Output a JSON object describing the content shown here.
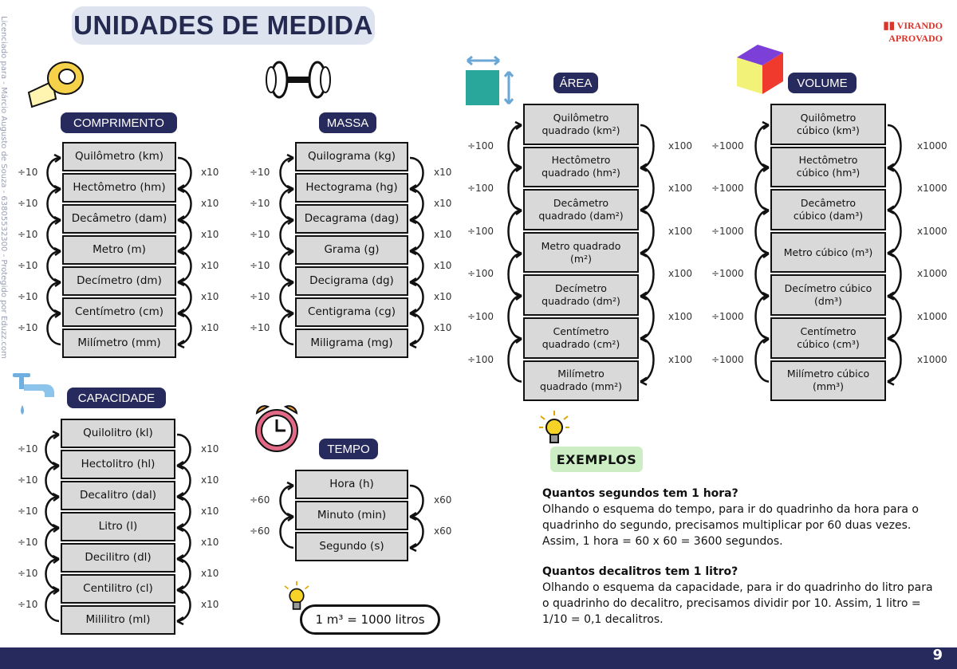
{
  "title": "UNIDADES DE MEDIDA",
  "brand": {
    "line1": "VIRANDO",
    "line2": "APROVADO"
  },
  "side_note": "Licenciado para - Márcio Augusto de Souza - 63805532300 - Protegido por Eduzz.com",
  "page_number": "9",
  "sections": {
    "comprimento": {
      "label": "COMPRIMENTO",
      "units": [
        "Quilômetro (km)",
        "Hectômetro (hm)",
        "Decâmetro (dam)",
        "Metro (m)",
        "Decímetro (dm)",
        "Centímetro (cm)",
        "Milímetro (mm)"
      ],
      "div": "÷10",
      "mul": "x10"
    },
    "massa": {
      "label": "MASSA",
      "units": [
        "Quilograma (kg)",
        "Hectograma (hg)",
        "Decagrama (dag)",
        "Grama (g)",
        "Decigrama (dg)",
        "Centigrama (cg)",
        "Miligrama (mg)"
      ],
      "div": "÷10",
      "mul": "x10"
    },
    "area": {
      "label": "ÁREA",
      "units": [
        "Quilômetro quadrado (km²)",
        "Hectômetro quadrado (hm²)",
        "Decâmetro quadrado (dam²)",
        "Metro quadrado (m²)",
        "Decímetro quadrado (dm²)",
        "Centímetro quadrado (cm²)",
        "Milímetro quadrado (mm²)"
      ],
      "div": "÷100",
      "mul": "x100"
    },
    "volume": {
      "label": "VOLUME",
      "units": [
        "Quilômetro cúbico (km³)",
        "Hectômetro cúbico (hm³)",
        "Decâmetro cúbico (dam³)",
        "Metro cúbico (m³)",
        "Decímetro cúbico (dm³)",
        "Centímetro cúbico (cm³)",
        "Milímetro cúbico (mm³)"
      ],
      "div": "÷1000",
      "mul": "x1000"
    },
    "capacidade": {
      "label": "CAPACIDADE",
      "units": [
        "Quilolitro (kl)",
        "Hectolitro (hl)",
        "Decalitro (dal)",
        "Litro (l)",
        "Decilitro (dl)",
        "Centilitro (cl)",
        "Mililitro (ml)"
      ],
      "div": "÷10",
      "mul": "x10"
    },
    "tempo": {
      "label": "TEMPO",
      "units": [
        "Hora (h)",
        "Minuto (min)",
        "Segundo (s)"
      ],
      "div": "÷60",
      "mul": "x60"
    }
  },
  "tip": "1 m³ = 1000 litros",
  "examples": {
    "label": "EXEMPLOS",
    "q1": "Quantos segundos tem 1 hora?",
    "a1": "Olhando o esquema do tempo, para ir do quadrinho da hora para o quadrinho do segundo, precisamos multiplicar por 60 duas vezes. Assim, 1 hora = 60 x 60 = 3600 segundos.",
    "q2": "Quantos decalitros tem 1 litro?",
    "a2": "Olhando o esquema da capacidade, para ir do quadrinho do litro para o quadrinho do decalitro, precisamos dividir por 10. Assim, 1 litro = 1/10 = 0,1 decalitros."
  },
  "icons": {
    "comprimento": "measuring-tape-icon",
    "massa": "dumbbell-icon",
    "area": "square-area-icon",
    "volume": "cube-icon",
    "capacidade": "faucet-icon",
    "tempo": "alarm-clock-icon",
    "tip": "lightbulb-icon"
  },
  "colors": {
    "navy": "#272a5c",
    "brand_red": "#d9342b",
    "box_gray": "#d9d9d9",
    "exemplos_green": "#cdeec4"
  }
}
